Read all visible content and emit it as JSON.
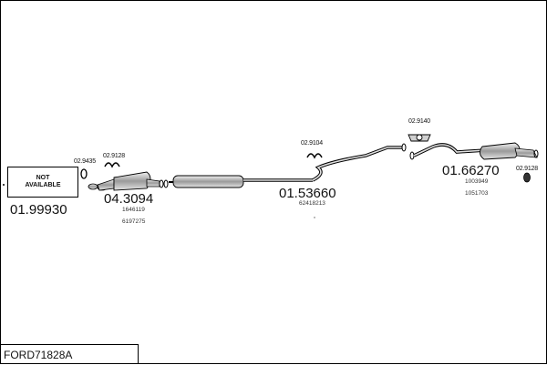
{
  "not_available": "NOT\nAVAILABLE",
  "parts": [
    {
      "code": "01.99930"
    },
    {
      "code": "04.3094",
      "refs": [
        "1646119",
        "6197275"
      ]
    },
    {
      "code": "01.53660",
      "refs": [
        "62418213"
      ]
    },
    {
      "code": "01.66270",
      "refs": [
        "1003949",
        "1051703"
      ]
    }
  ],
  "accessories": [
    "02.9435",
    "02.9128",
    "02.9104",
    "02.9140",
    "02.9128"
  ],
  "reference": "FORD71828A",
  "colors": {
    "line": "#000000",
    "fill": "#d6d6d6"
  }
}
